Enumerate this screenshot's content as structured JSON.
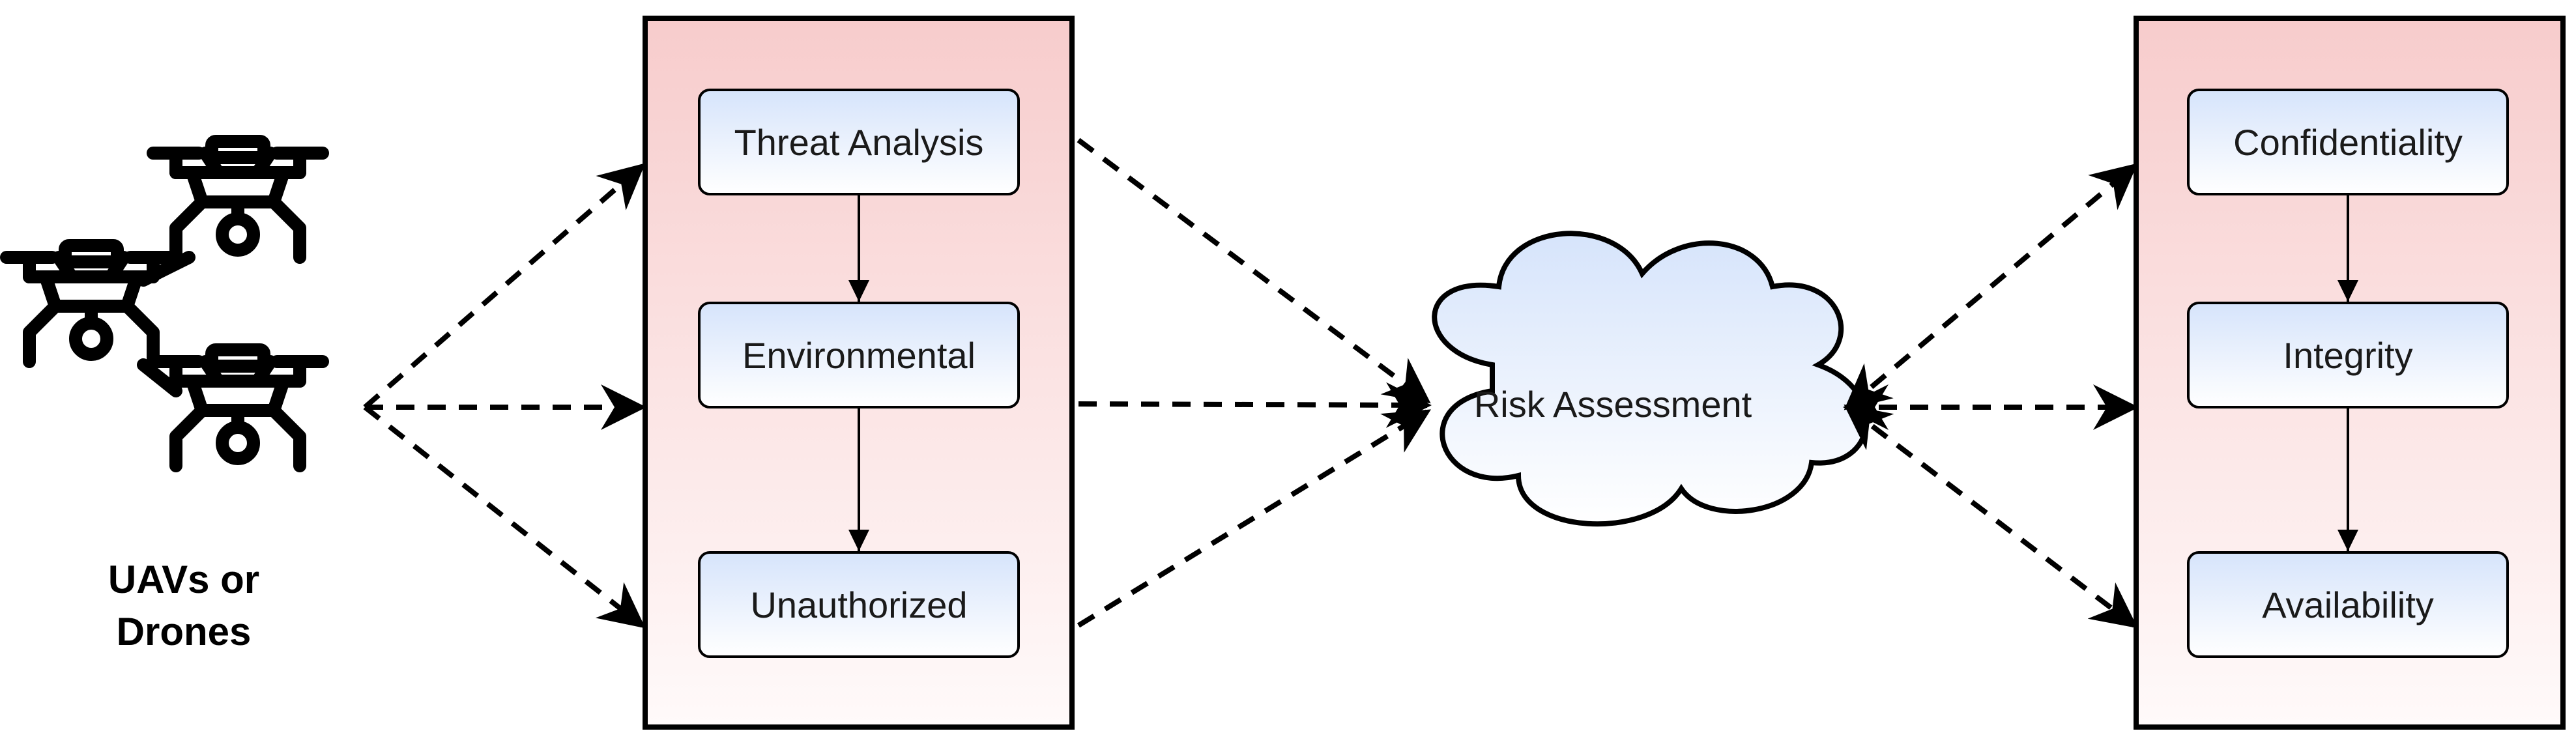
{
  "source": {
    "label_line1": "UAVs or",
    "label_line2": "Drones",
    "icon": "drone-icon"
  },
  "threats_panel": {
    "items": [
      "Threat Analysis",
      "Environmental",
      "Unauthorized"
    ]
  },
  "center": {
    "label": "Risk Assessment",
    "icon": "cloud-shape"
  },
  "security_panel": {
    "items": [
      "Confidentiality",
      "Integrity",
      "Availability"
    ]
  },
  "colors": {
    "panel_top": "#f7cccc",
    "panel_bottom": "#fffafa",
    "node_top": "#d6e4fb",
    "node_bottom": "#ffffff",
    "stroke": "#000000"
  }
}
